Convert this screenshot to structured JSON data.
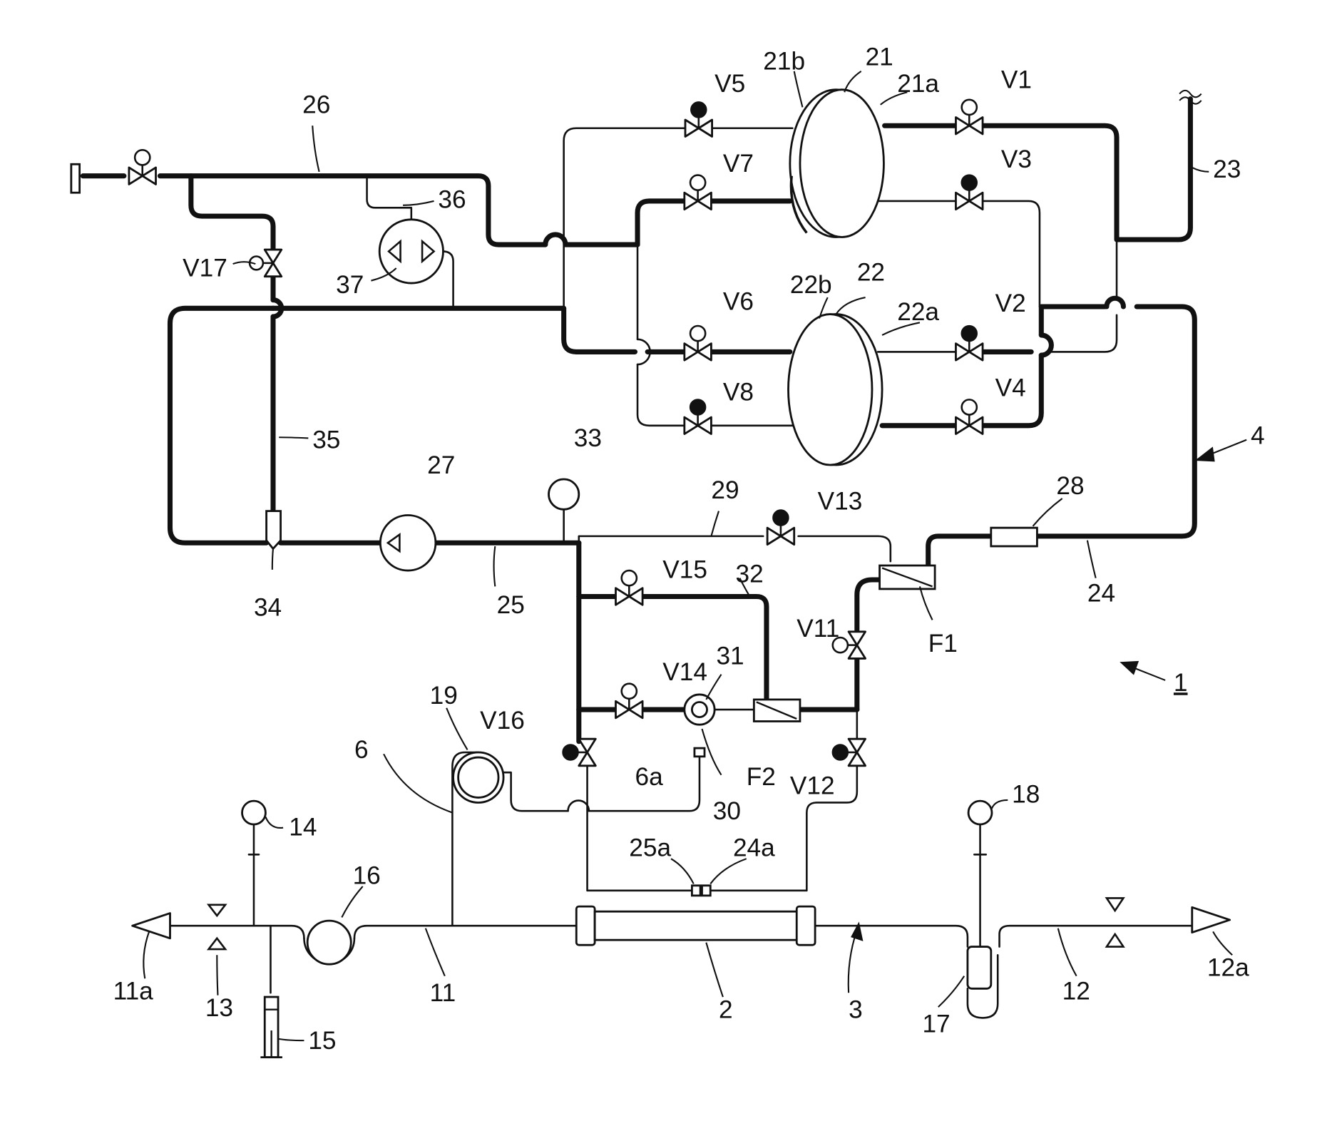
{
  "labels": {
    "n1": "1",
    "n2": "2",
    "n3": "3",
    "n4": "4",
    "n6": "6",
    "n6a": "6a",
    "n11": "11",
    "n11a": "11a",
    "n12": "12",
    "n12a": "12a",
    "n13": "13",
    "n14": "14",
    "n15": "15",
    "n16": "16",
    "n17": "17",
    "n18": "18",
    "n19": "19",
    "n21": "21",
    "n21a": "21a",
    "n21b": "21b",
    "n22": "22",
    "n22a": "22a",
    "n22b": "22b",
    "n23": "23",
    "n24": "24",
    "n24a": "24a",
    "n25": "25",
    "n25a": "25a",
    "n26": "26",
    "n27": "27",
    "n28": "28",
    "n29": "29",
    "n30": "30",
    "n31": "31",
    "n32": "32",
    "n33": "33",
    "n34": "34",
    "n35": "35",
    "n36": "36",
    "n37": "37",
    "V1": "V1",
    "V2": "V2",
    "V3": "V3",
    "V4": "V4",
    "V5": "V5",
    "V6": "V6",
    "V7": "V7",
    "V8": "V8",
    "V11": "V11",
    "V12": "V12",
    "V13": "V13",
    "V14": "V14",
    "V15": "V15",
    "V16": "V16",
    "V17": "V17",
    "F1": "F1",
    "F2": "F2"
  }
}
